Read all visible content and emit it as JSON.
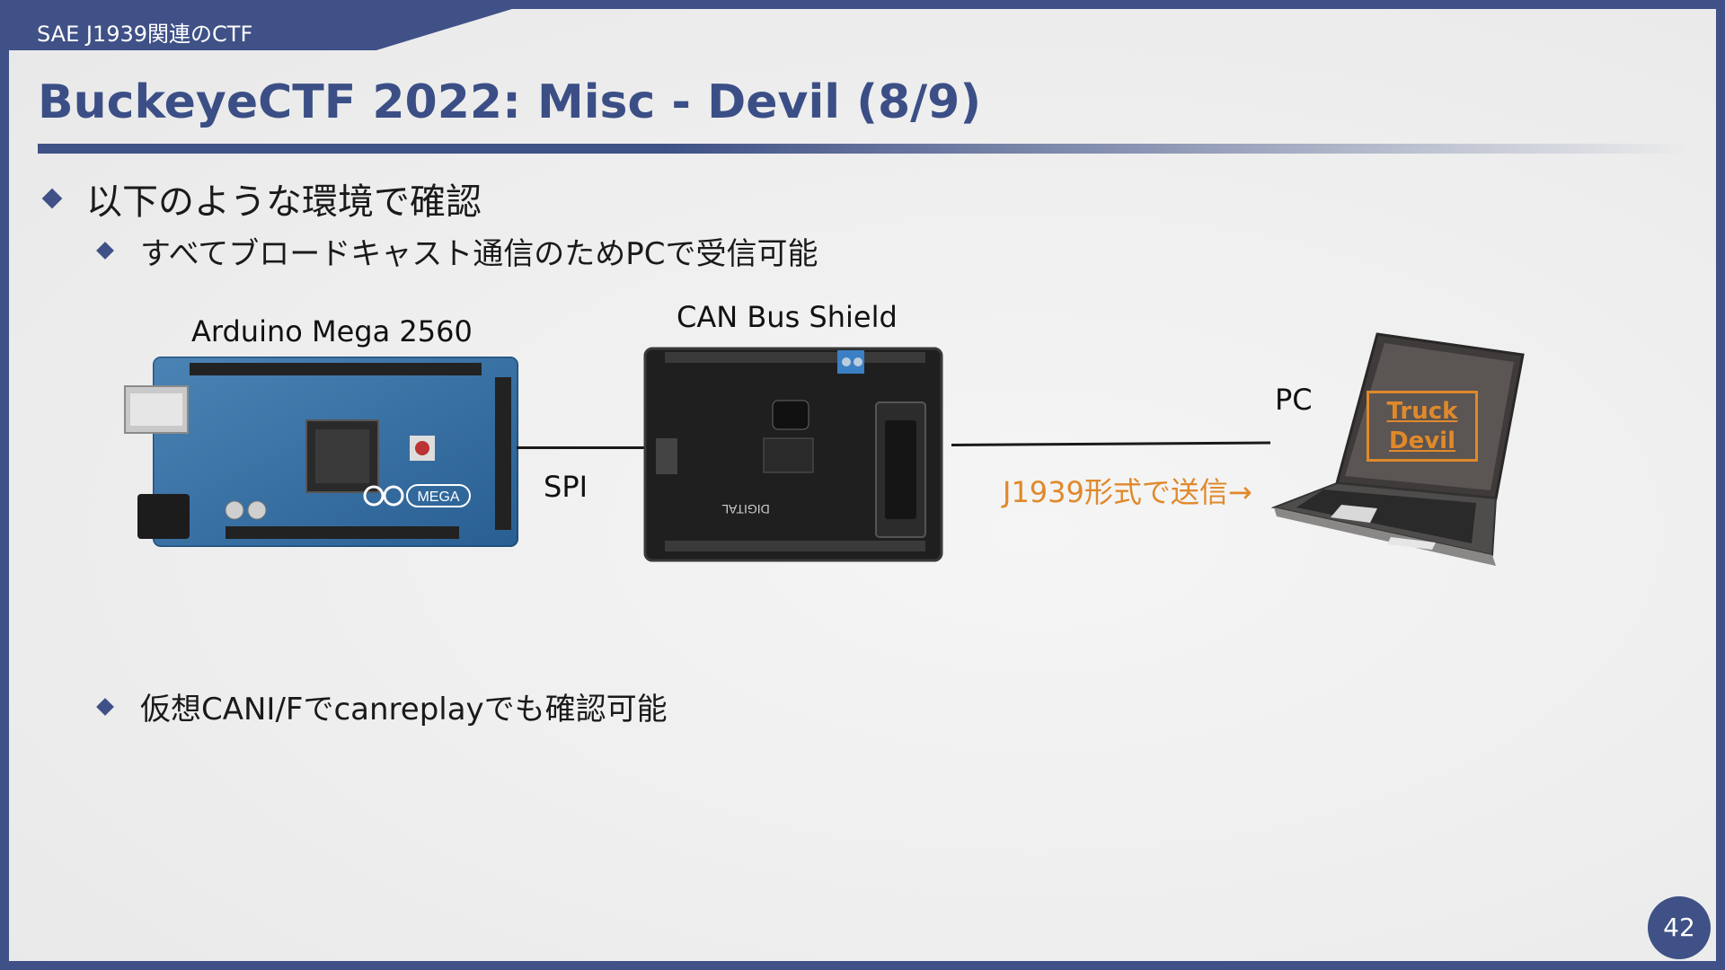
{
  "header": {
    "section": "SAE J1939関連のCTF"
  },
  "title": "BuckeyeCTF 2022: Misc - Devil (8/9)",
  "bullets": {
    "main": "以下のような環境で確認",
    "sub1": "すべてブロードキャスト通信のためPCで受信可能",
    "sub2": "仮想CANI/Fでcanreplayでも確認可能"
  },
  "diagram": {
    "arduino_label": "Arduino Mega 2560",
    "shield_label": "CAN Bus Shield",
    "spi_label": "SPI",
    "pc_label": "PC",
    "j1939_label": "J1939形式で送信→",
    "truck_line1": "Truck",
    "truck_line2": "Devil",
    "arduino_logo_text": "MEGA",
    "shield_silk_text": "DIGITAL"
  },
  "colors": {
    "navy": "#3f5186",
    "title_text": "#3b4f86",
    "orange": "#e0892b"
  },
  "page_number": "42"
}
